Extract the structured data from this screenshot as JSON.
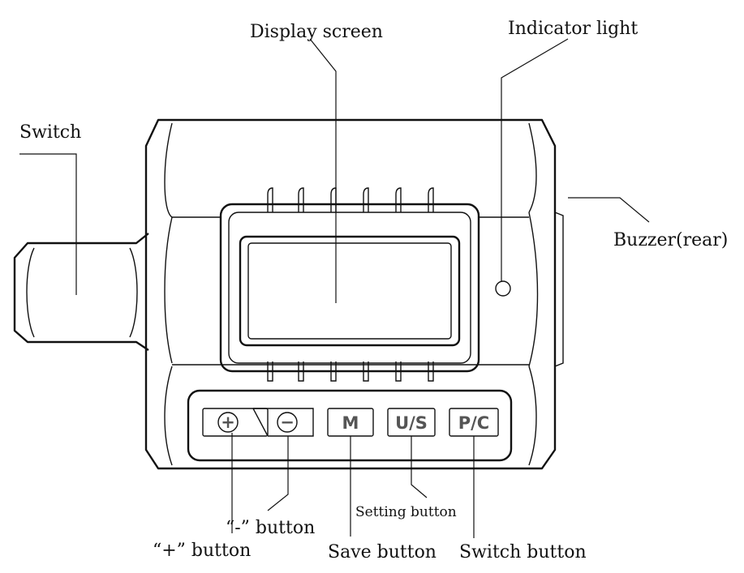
{
  "labels": {
    "switch": "Switch",
    "display_screen": "Display screen",
    "indicator_light": "Indicator light",
    "buzzer": "Buzzer(rear)",
    "plus_button": "“+” button",
    "minus_button": "“-” button",
    "save_button": "Save button",
    "setting_button": "Setting button",
    "switch_button": "Switch button"
  },
  "buttons": {
    "plus": "+",
    "minus": "−",
    "m": "M",
    "us": "U/S",
    "pc": "P/C"
  }
}
